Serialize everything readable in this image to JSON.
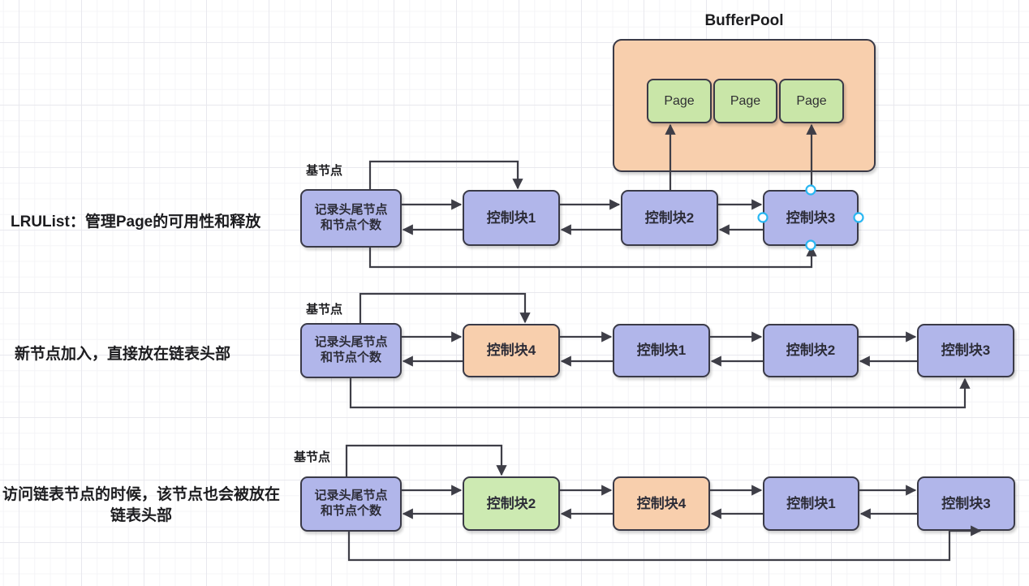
{
  "diagram_type": "linked-list / buffer pool diagram (draw.io style)",
  "colors": {
    "purple": "#b1b6ea",
    "orange": "#f8cfad",
    "green": "#cdeab2",
    "page_green": "#c9e6a8",
    "shape_border": "#3a3a47",
    "edge": "#3e3e47",
    "selection_handle": "#29b6f2",
    "text": "#1c1c1f"
  },
  "buffer_pool": {
    "title": "BufferPool",
    "pages": [
      "Page",
      "Page",
      "Page"
    ]
  },
  "base_node_label": "基节点",
  "rows": [
    {
      "caption": [
        "LRUList：管理Page的可用性和释放"
      ],
      "base": [
        "记录头尾节点",
        "和节点个数"
      ],
      "nodes": [
        {
          "label": "控制块1",
          "color": "purple"
        },
        {
          "label": "控制块2",
          "color": "purple",
          "points_to_page": 1
        },
        {
          "label": "控制块3",
          "color": "purple",
          "points_to_page": 3,
          "selected": true
        }
      ],
      "links": "base ⇄ 控制块1 ⇄ 控制块2 ⇄ 控制块3; head→控制块1; tail→控制块3"
    },
    {
      "caption": [
        "新节点加入，直接放在链表头部"
      ],
      "base": [
        "记录头尾节点",
        "和节点个数"
      ],
      "nodes": [
        {
          "label": "控制块4",
          "color": "orange"
        },
        {
          "label": "控制块1",
          "color": "purple"
        },
        {
          "label": "控制块2",
          "color": "purple"
        },
        {
          "label": "控制块3",
          "color": "purple"
        }
      ],
      "links": "base ⇄ 控制块4 ⇄ 控制块1 ⇄ 控制块2 ⇄ 控制块3; head→控制块4; tail→控制块3"
    },
    {
      "caption": [
        "访问链表节点的时候，该节点也会被放在",
        "链表头部"
      ],
      "base": [
        "记录头尾节点",
        "和节点个数"
      ],
      "nodes": [
        {
          "label": "控制块2",
          "color": "green"
        },
        {
          "label": "控制块4",
          "color": "orange"
        },
        {
          "label": "控制块1",
          "color": "purple"
        },
        {
          "label": "控制块3",
          "color": "purple"
        }
      ],
      "links": "base ⇄ 控制块2 ⇄ 控制块4 ⇄ 控制块1 ⇄ 控制块3; head→控制块2; tail→控制块3"
    }
  ]
}
